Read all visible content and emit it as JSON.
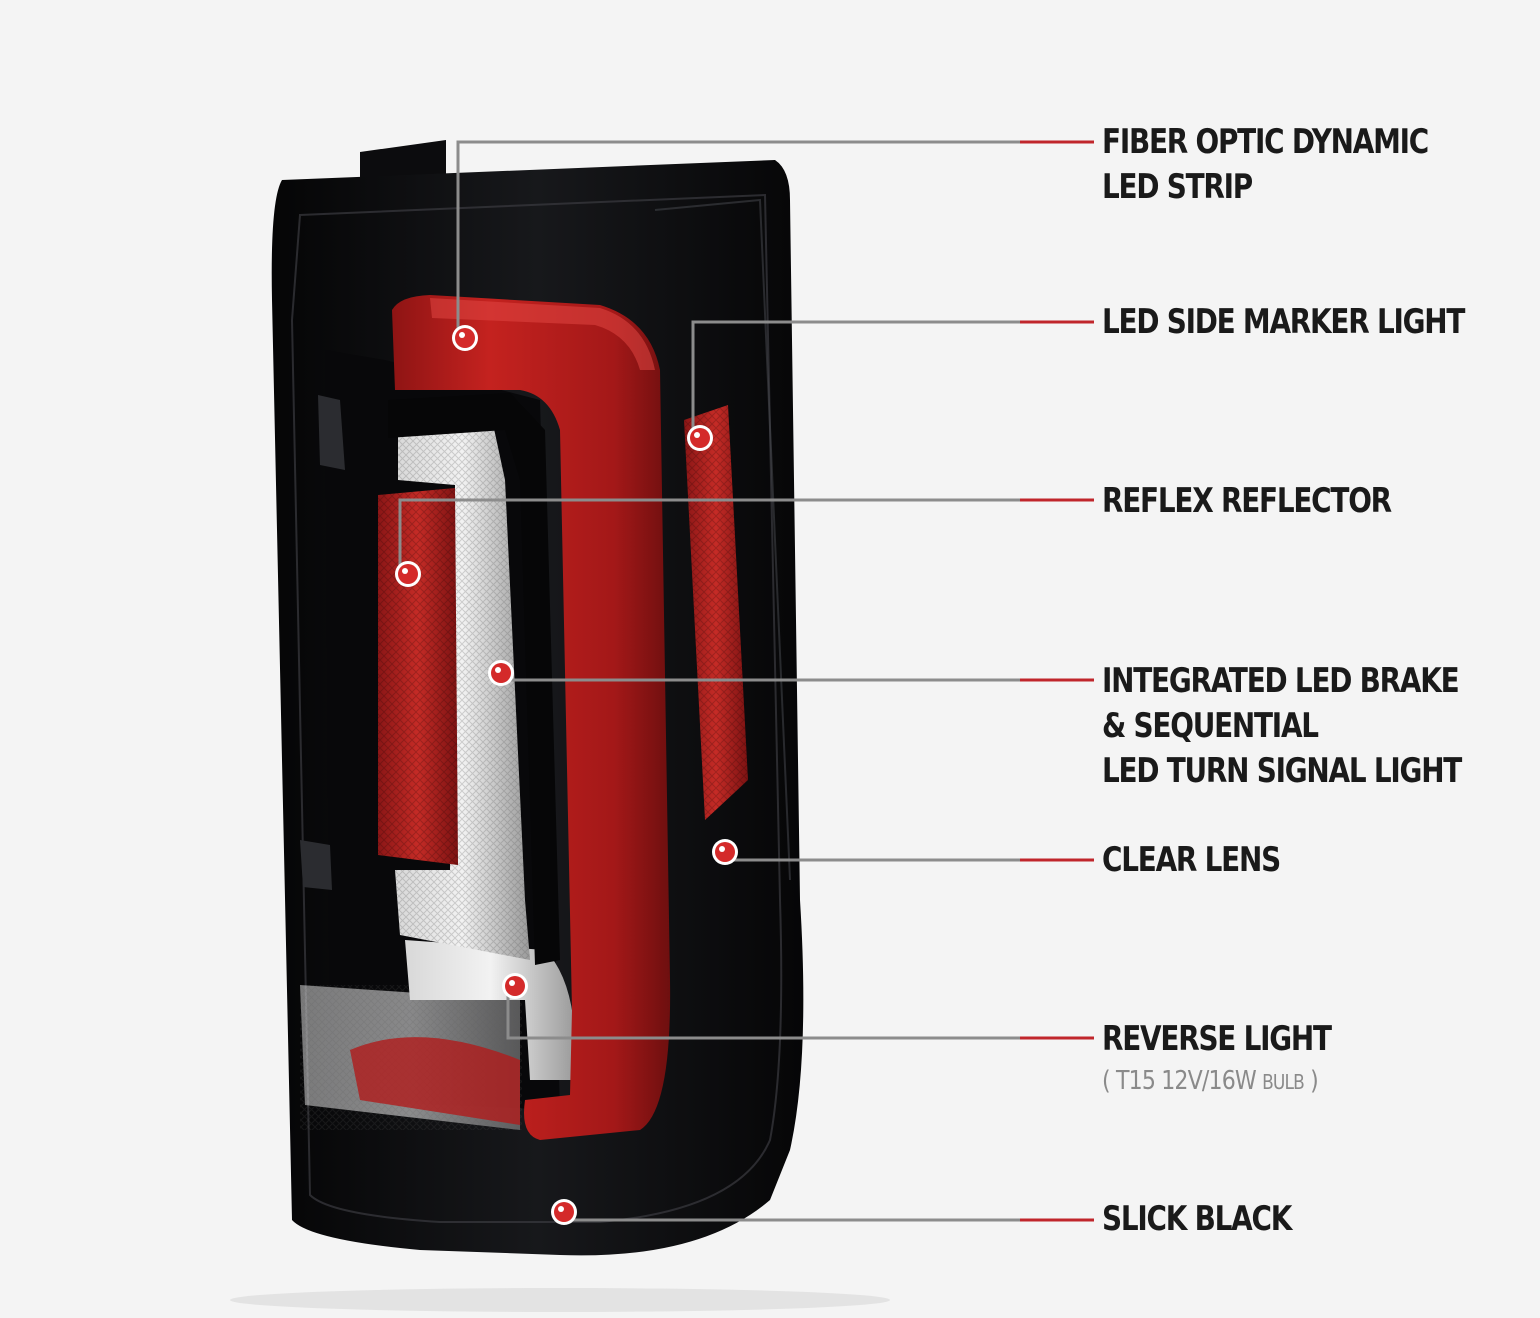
{
  "callouts": [
    {
      "id": "fiber",
      "lines": [
        "FIBER OPTIC DYNAMIC",
        "LED STRIP"
      ]
    },
    {
      "id": "marker",
      "lines": [
        "LED SIDE MARKER LIGHT"
      ]
    },
    {
      "id": "reflector",
      "lines": [
        "REFLEX REFLECTOR"
      ]
    },
    {
      "id": "brake",
      "lines": [
        "INTEGRATED LED BRAKE",
        "& SEQUENTIAL",
        "LED TURN SIGNAL LIGHT"
      ]
    },
    {
      "id": "lens",
      "lines": [
        "CLEAR LENS"
      ]
    },
    {
      "id": "reverse",
      "lines": [
        "REVERSE LIGHT"
      ]
    },
    {
      "id": "black",
      "lines": [
        "SLICK BLACK"
      ]
    }
  ],
  "reverse_note": {
    "open": "(",
    "spec": "T15  12V/16W",
    "unit": "BULB",
    "close": ")"
  },
  "colors": {
    "leader_line": "#8c8c8c",
    "leader_accent": "#c0262b",
    "marker_dot": "#d42a2a",
    "housing": "#0d0d0f",
    "red_lens": "#b81f1f"
  }
}
